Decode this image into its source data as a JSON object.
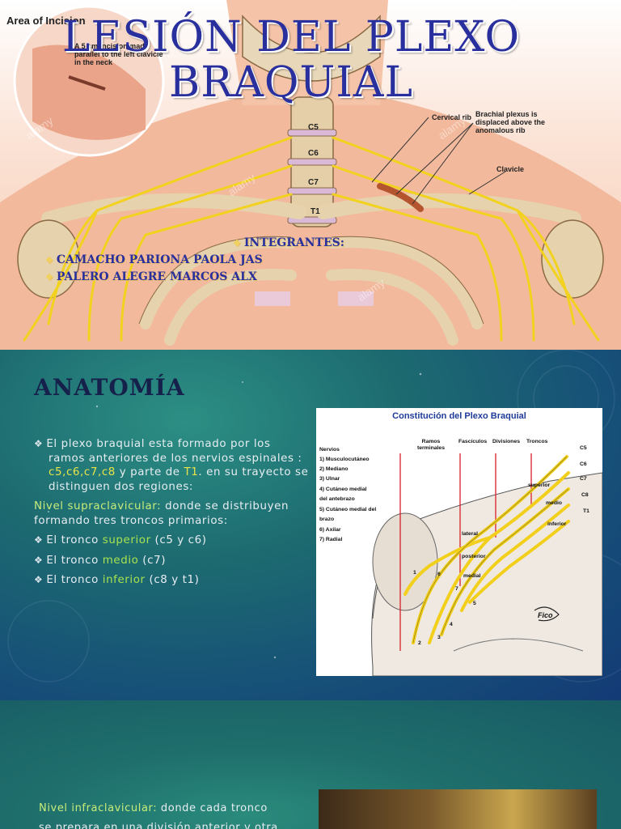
{
  "slide1": {
    "title": "LESIÓN DEL PLEXO BRAQUIAL",
    "labels": {
      "area_of_incision": "Area of Incision",
      "incision_note": "A 5 cm incision made parallel to the left clavicle in the neck",
      "cervical_rib": "Cervical rib",
      "displaced": "Brachial plexus is displaced above the anomalous rib",
      "clavicle": "Clavicle"
    },
    "vertebrae": [
      "C5",
      "C6",
      "C7",
      "T1"
    ],
    "watermark": "alamy",
    "members_heading": "INTEGRANTES:",
    "members": [
      "CAMACHO PARIONA PAOLA JAS",
      "PALERO ALEGRE MARCOS ALX"
    ]
  },
  "slide2": {
    "title": "ANATOMÍA",
    "p1": {
      "pre": "El plexo braquial esta formado por los ramos anteriores de los nervios espinales : ",
      "roots": "c5,c6,c7,c8",
      "mid": " y parte de ",
      "t1": "T1",
      "post": ". en su trayecto se distinguen dos regiones:"
    },
    "p2": {
      "label": "Nivel supraclavicular:",
      "text": " donde se distribuyen formando tres troncos primarios:"
    },
    "trunks": [
      {
        "pre": "El tronco ",
        "name": "superior",
        "post": " (c5 y c6)"
      },
      {
        "pre": "El tronco ",
        "name": "medio",
        "post": " (c7)"
      },
      {
        "pre": "El tronco ",
        "name": "inferior",
        "post": " (c8 y t1)"
      }
    ],
    "figure": {
      "title": "Constitución del Plexo Braquial",
      "headers": [
        "Ramos terminales",
        "Fascículos",
        "Divisiones",
        "Troncos"
      ],
      "nerves_heading": "Nervios",
      "nerves": [
        "1) Musculocutáneo",
        "2) Mediano",
        "3) Ulnar",
        "4) Cutáneo medial",
        "del antebrazo",
        "5) Cutáneo medial del",
        "brazo",
        "6) Axilar",
        "7) Radial"
      ],
      "roots": [
        "C5",
        "C6",
        "C7",
        "C8",
        "T1"
      ],
      "trunk_labels": [
        "superior",
        "medio",
        "inferior"
      ],
      "cord_labels": [
        "lateral",
        "posterior",
        "medial"
      ],
      "branch_numbers": [
        "1",
        "2",
        "3",
        "4",
        "5",
        "6",
        "7"
      ],
      "signature": "Fico"
    }
  },
  "slide3": {
    "label": "Nivel infraclavicular:",
    "line1": " donde cada tronco",
    "line2": "se prepara en una división anterior y otra"
  }
}
